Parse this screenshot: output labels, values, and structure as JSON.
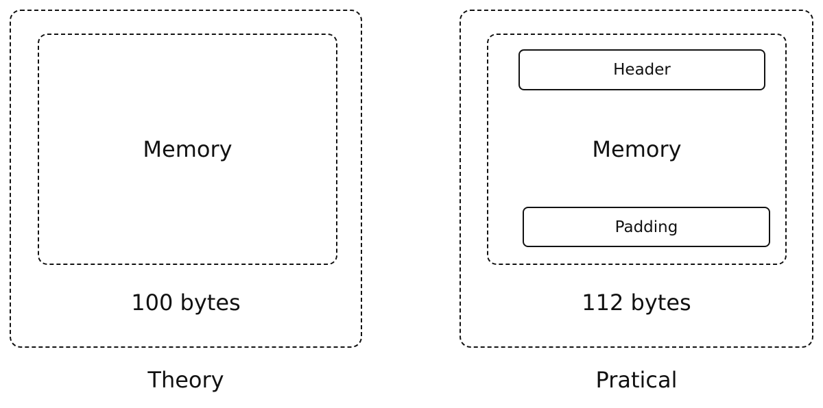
{
  "theory": {
    "memory_label": "Memory",
    "size_label": "100 bytes",
    "caption": "Theory"
  },
  "practical": {
    "header_label": "Header",
    "memory_label": "Memory",
    "padding_label": "Padding",
    "size_label": "112 bytes",
    "caption": "Pratical"
  }
}
